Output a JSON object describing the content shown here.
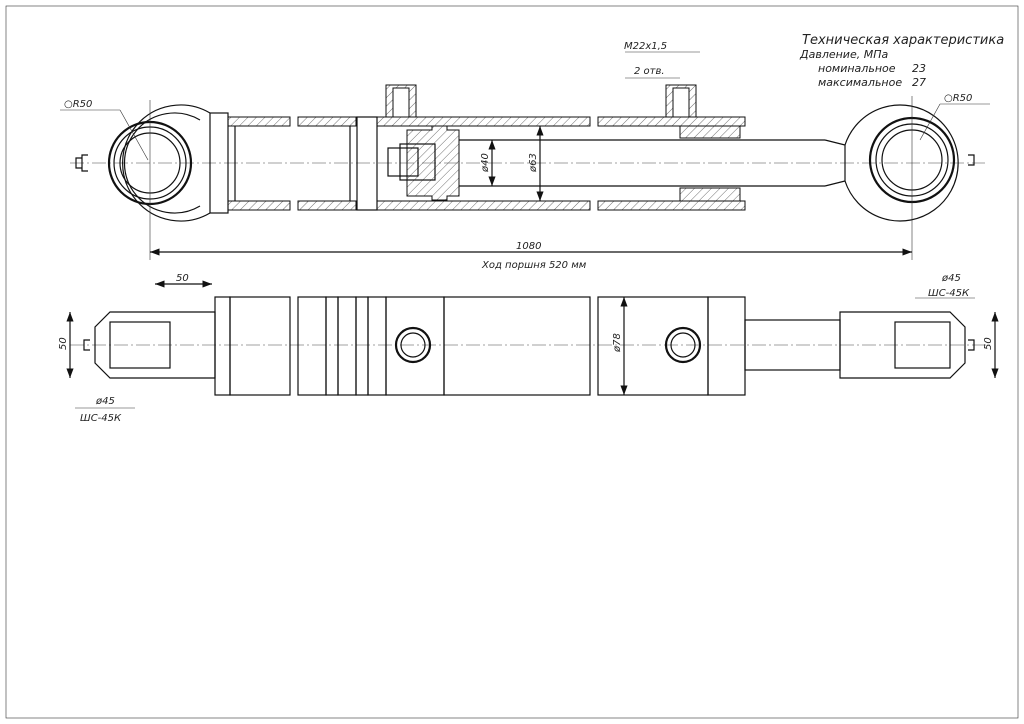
{
  "specs": {
    "title": "Техническая характеристика",
    "pressure_label": "Давление, МПа",
    "nominal_label": "номинальное",
    "nominal_value": "23",
    "max_label": "максимальное",
    "max_value": "27"
  },
  "top_view": {
    "port_thread": "M22x1,5",
    "port_count": "2 отв.",
    "radius_left": "○R50",
    "radius_right": "○R50",
    "rod_diameter": "ø40",
    "bore_diameter": "ø63",
    "total_length": "1080",
    "stroke": "Ход поршня  520 мм"
  },
  "bottom_view": {
    "dim_50_top": "50",
    "dim_50_left": "50",
    "dim_50_right": "50",
    "tube_diameter": "ø78",
    "bearing_left_dia": "ø45",
    "bearing_left_type": "ШС-45К",
    "bearing_right_dia": "ø45",
    "bearing_right_type": "ШС-45К"
  }
}
